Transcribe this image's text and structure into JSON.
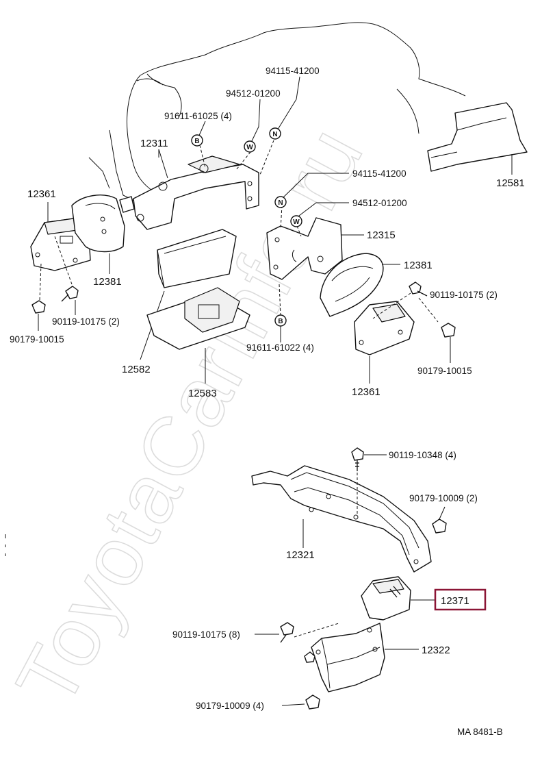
{
  "diagram": {
    "watermark": "ToyotaCarInfo.ru",
    "code": "MA  8481-B",
    "highlighted_part": "12371",
    "labels": {
      "n94115_top": "94115-41200",
      "n94512_top": "94512-01200",
      "n91611_61025": "91611-61025 (4)",
      "n12311": "12311",
      "n12361_left": "12361",
      "n12381_left": "12381",
      "n90119_10175_left": "90119-10175 (2)",
      "n90179_10015_left": "90179-10015",
      "n12581": "12581",
      "n94115_mid": "94115-41200",
      "n94512_mid": "94512-01200",
      "n12315": "12315",
      "n12381_right": "12381",
      "n90119_10175_right": "90119-10175 (2)",
      "n90179_10015_right": "90179-10015",
      "n12361_right": "12361",
      "n91611_61022": "91611-61022 (4)",
      "n12582": "12582",
      "n12583": "12583",
      "n90119_10348": "90119-10348 (4)",
      "n90179_10009_right": "90179-10009 (2)",
      "n12321": "12321",
      "n12371": "12371",
      "n90119_10175_bottom": "90119-10175 (8)",
      "n12322": "12322",
      "n90179_10009_bottom": "90179-10009 (4)"
    },
    "markers": {
      "b": "B",
      "w": "W",
      "n": "N"
    }
  }
}
